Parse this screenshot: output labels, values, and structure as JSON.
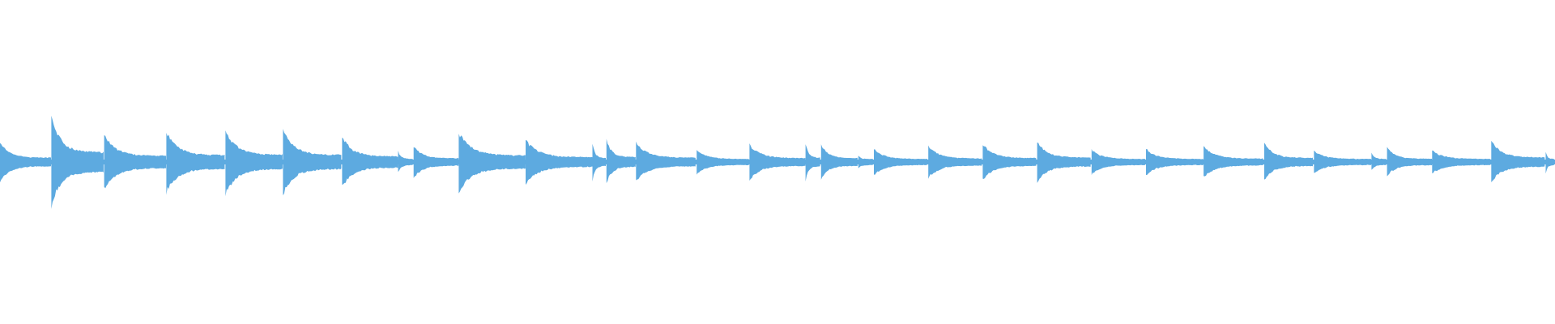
{
  "waveform": {
    "color": "#5DAAE0",
    "background": "#FFFFFF",
    "amplitude_scale": 1.0,
    "onsets": [
      {
        "time": 0.0,
        "peak": 0.44
      },
      {
        "time": 0.033,
        "peak": 1.0
      },
      {
        "time": 0.067,
        "peak": 0.63
      },
      {
        "time": 0.107,
        "peak": 0.71
      },
      {
        "time": 0.145,
        "peak": 0.75
      },
      {
        "time": 0.182,
        "peak": 0.73
      },
      {
        "time": 0.22,
        "peak": 0.58
      },
      {
        "time": 0.256,
        "peak": 0.25
      },
      {
        "time": 0.266,
        "peak": 0.38
      },
      {
        "time": 0.295,
        "peak": 0.68
      },
      {
        "time": 0.338,
        "peak": 0.5
      },
      {
        "time": 0.381,
        "peak": 0.42
      },
      {
        "time": 0.39,
        "peak": 0.5
      },
      {
        "time": 0.409,
        "peak": 0.44
      },
      {
        "time": 0.448,
        "peak": 0.27
      },
      {
        "time": 0.482,
        "peak": 0.41
      },
      {
        "time": 0.518,
        "peak": 0.44
      },
      {
        "time": 0.528,
        "peak": 0.4
      },
      {
        "time": 0.552,
        "peak": 0.14
      },
      {
        "time": 0.562,
        "peak": 0.3
      },
      {
        "time": 0.597,
        "peak": 0.37
      },
      {
        "time": 0.632,
        "peak": 0.41
      },
      {
        "time": 0.667,
        "peak": 0.46
      },
      {
        "time": 0.702,
        "peak": 0.28
      },
      {
        "time": 0.737,
        "peak": 0.3
      },
      {
        "time": 0.774,
        "peak": 0.35
      },
      {
        "time": 0.813,
        "peak": 0.42
      },
      {
        "time": 0.845,
        "peak": 0.25
      },
      {
        "time": 0.882,
        "peak": 0.2
      },
      {
        "time": 0.892,
        "peak": 0.33
      },
      {
        "time": 0.921,
        "peak": 0.27
      },
      {
        "time": 0.959,
        "peak": 0.48
      },
      {
        "time": 0.994,
        "peak": 0.25
      }
    ]
  }
}
